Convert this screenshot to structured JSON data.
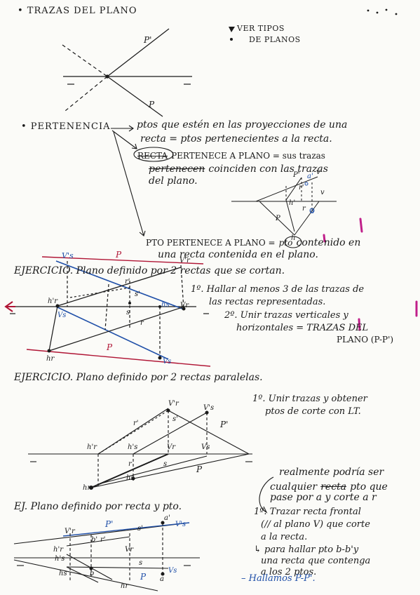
{
  "colors": {
    "ink": "#1a1a1a",
    "blue": "#1f4fa8",
    "red": "#b01535",
    "magenta": "#c0208a"
  },
  "s1": {
    "title": "• TRAZAS DEL PLANO",
    "label_p_prime": "P'",
    "label_p": "P",
    "note_line1": "VER TIPOS",
    "note_line2": "DE PLANOS"
  },
  "s2": {
    "title": "• PERTENENCIA",
    "line1": "ptos que estén en las proyecciones de una",
    "line2": "recta = ptos pertenecientes a la recta.",
    "line3a": "RECTA",
    "line3b": "PERTENECE A PLANO = sus trazas",
    "line4a": "pertenecen",
    "line4b": "coinciden con las trazas",
    "line5": "del plano.",
    "line6a": "PTO PERTENECE A PLANO =",
    "line6b": "pto",
    "line6c": "contenido en",
    "line7": "una recta contenida en el plano.",
    "fig_p_prime": "P'",
    "fig_p": "P",
    "fig_r_prime": "r'",
    "fig_r": "r",
    "fig_v_prime": "v'",
    "fig_h_prime": "h'",
    "fig_h": "h",
    "fig_a_prime": "a'",
    "fig_a": "a",
    "fig_v": "v"
  },
  "e1": {
    "title": "EJERCICIO. Plano definido por 2 rectas que se cortan.",
    "step1a": "1º. Hallar al menos 3 de las trazas de",
    "step1b": "las rectas representadas.",
    "step2a": "2º. Unir trazas verticales y",
    "step2b": "horizontales = TRAZAS DEL",
    "step2c": "PLANO (P-P')",
    "lbl_vs": "V's",
    "lbl_vr": "V'r",
    "lbl_P_top": "P",
    "lbl_P_bottom": "P",
    "lbl_hr_prime": "h'r",
    "lbl_vs_low": "Vs",
    "lbl_hs": "hs",
    "lbl_vr_mid": "Vr",
    "lbl_r_prime": "r'",
    "lbl_s_prime": "s'",
    "lbl_s": "s",
    "lbl_r": "r",
    "lbl_hr": "hr",
    "lbl_vs_bottom": "Vs"
  },
  "e2": {
    "title": "EJERCICIO. Plano definido por 2 rectas paralelas.",
    "step1a": "1º. Unir trazas y obtener",
    "step1b": "ptos de corte con LT.",
    "lbl_vr_prime": "V'r",
    "lbl_vs_prime": "V's",
    "lbl_r_prime": "r'",
    "lbl_s_prime": "s'",
    "lbl_p_prime": "P'",
    "lbl_hr_prime": "h'r",
    "lbl_hs_prime": "h's",
    "lbl_vr": "Vr",
    "lbl_vs": "Vs",
    "lbl_r": "r",
    "lbl_s": "s",
    "lbl_p": "P",
    "lbl_hr": "hr",
    "lbl_hs": "hs",
    "note1": "realmente podría ser",
    "note2a": "cualquier",
    "note2b": "recta",
    "note2c": "pto que",
    "note3": "pase por a y corte a r"
  },
  "e3": {
    "title": "EJ. Plano definido por recta y pto.",
    "step1a": "1º. Trazar recta frontal",
    "step1b": "(// al plano V) que corte",
    "step1c": "a la recta.",
    "step2a": "↳ para hallar pto b-b'y",
    "step2b": "una recta que contenga",
    "step2c": "a los 2 ptos.",
    "step3": "– Hallamos P-P'.",
    "lbl_vr_prime": "V'r",
    "lbl_p_prime": "P'",
    "lbl_b_prime": "b'",
    "lbl_r_prime": "r'",
    "lbl_s_prime": "s'",
    "lbl_a_prime": "a'",
    "lbl_vs_prime": "V's",
    "lbl_hr_prime": "h'r",
    "lbl_hs_prime": "h's",
    "lbl_vr": "Vr",
    "lbl_s": "s",
    "lbl_hs": "hs",
    "lbl_b": "b",
    "lbl_hr": "hr",
    "lbl_p": "P",
    "lbl_a": "a",
    "lbl_vs": "Vs"
  }
}
